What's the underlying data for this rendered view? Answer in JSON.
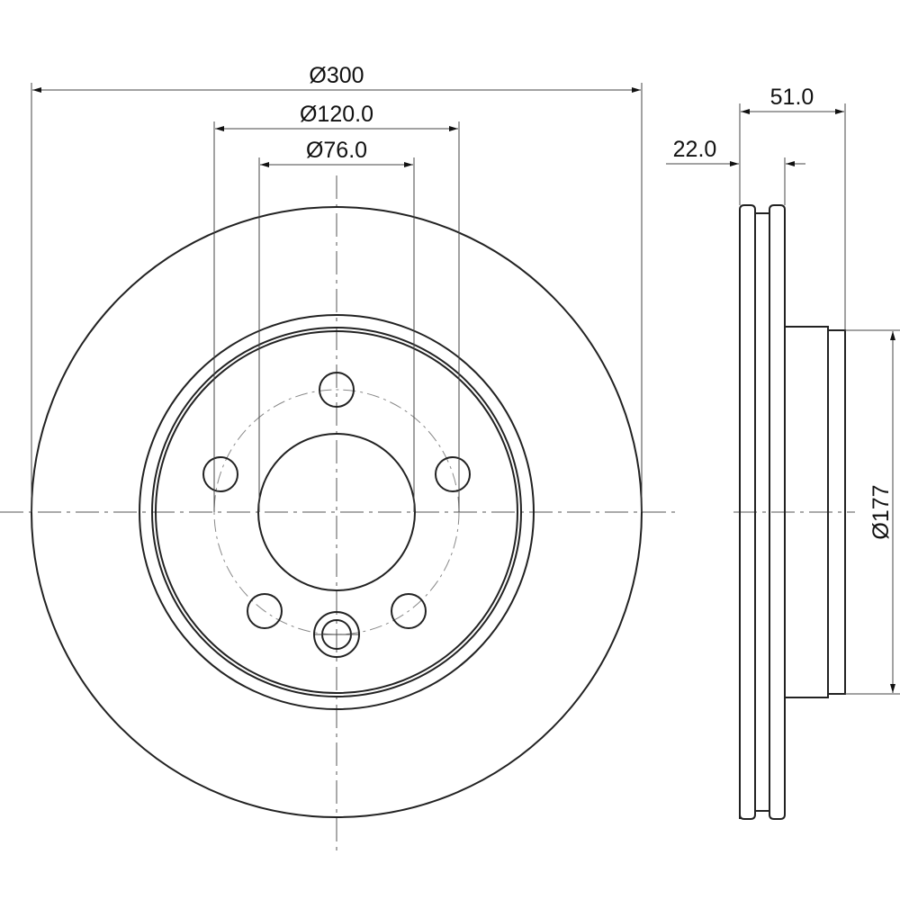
{
  "title": "Brake disc technical drawing",
  "dimensions": {
    "outer_diameter": "Ø300",
    "bolt_circle_diameter": "Ø120.0",
    "center_bore_diameter": "Ø76.0",
    "overall_height": "51.0",
    "disc_thickness": "22.0",
    "hat_diameter": "Ø177"
  },
  "colors": {
    "line": "#222222",
    "background": "#ffffff"
  }
}
